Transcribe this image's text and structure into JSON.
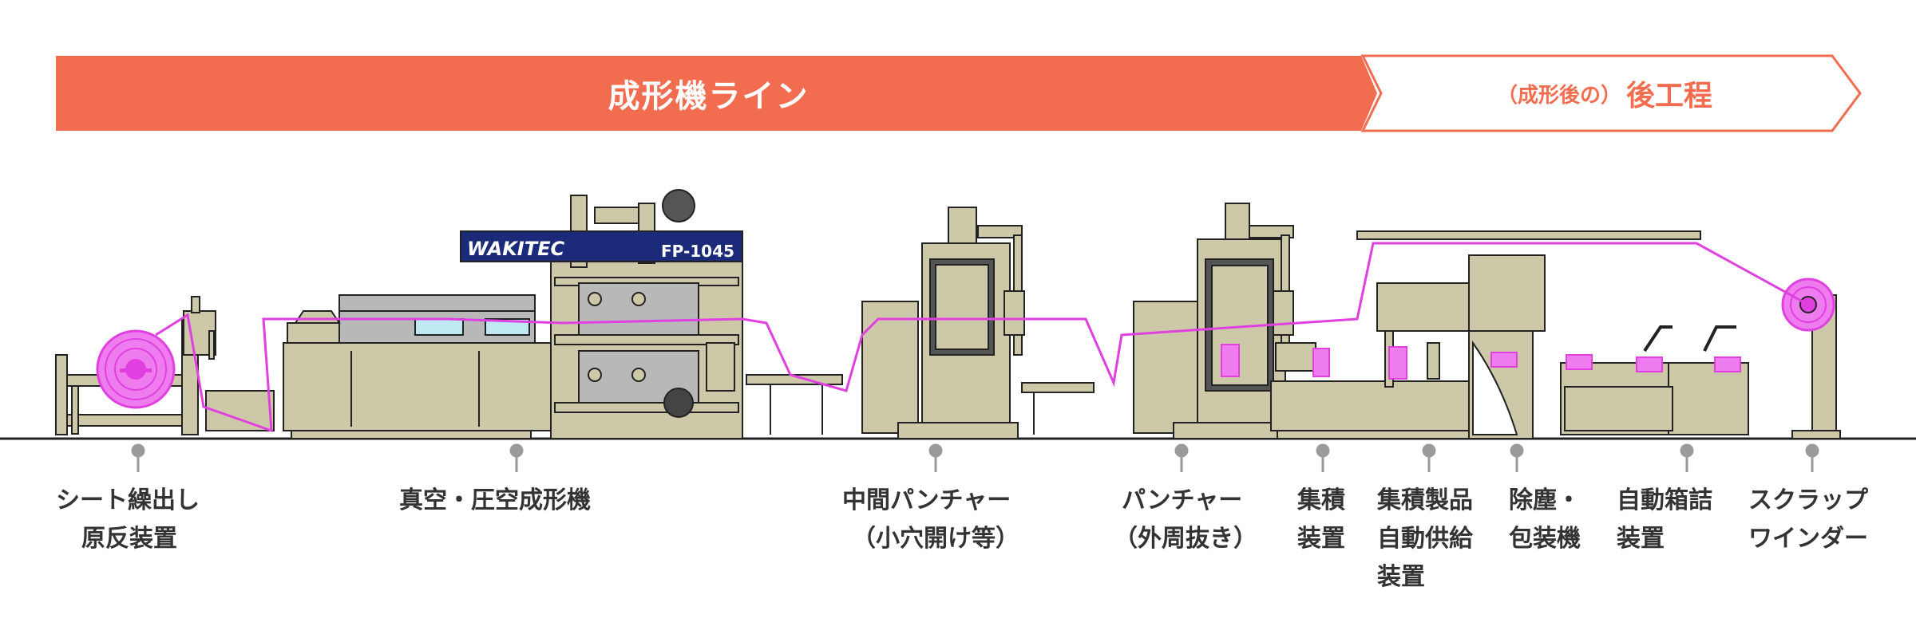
{
  "banner": {
    "line_label": "成形機ライン",
    "post_label_paren": "（成形後の）",
    "post_label_main": "後工程",
    "line_color": "#f26c4f",
    "post_color": "#f26c4f"
  },
  "machine_brand": {
    "logo": "WAKITEC",
    "model": "FP-1045",
    "panel_color": "#1c2a7a"
  },
  "colors": {
    "machine_fill": "#cdc9a8",
    "machine_stroke": "#222222",
    "sheet": "#e040e0",
    "ground": "#222222",
    "pin": "#9a9a9a"
  },
  "stations": [
    {
      "id": "sheet-feeder",
      "lines": [
        "シート繰出し",
        "原反装置"
      ]
    },
    {
      "id": "vacuum-former",
      "lines": [
        "真空・圧空成形機"
      ]
    },
    {
      "id": "middle-puncher",
      "lines": [
        "中間パンチャー",
        "（小穴開け等）"
      ]
    },
    {
      "id": "puncher",
      "lines": [
        "パンチャー",
        "（外周抜き）"
      ]
    },
    {
      "id": "stacker",
      "lines": [
        "集積",
        "装置"
      ]
    },
    {
      "id": "stack-feeder",
      "lines": [
        "集積製品",
        "自動供給",
        "装置"
      ]
    },
    {
      "id": "dust-packer",
      "lines": [
        "除塵・",
        "包装機"
      ]
    },
    {
      "id": "auto-boxer",
      "lines": [
        "自動箱詰",
        "装置"
      ]
    },
    {
      "id": "scrap-winder",
      "lines": [
        "スクラップ",
        "ワインダー"
      ]
    }
  ]
}
